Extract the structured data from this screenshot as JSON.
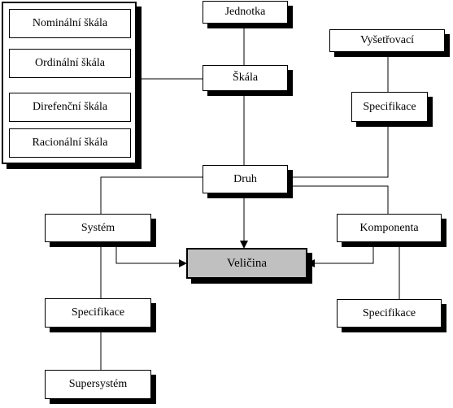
{
  "scale_types": {
    "nominal": "Nominální škála",
    "ordinal": "Ordinální škála",
    "difference": "Direfenční škála",
    "ratio": "Racionální škála"
  },
  "nodes": {
    "unit": "Jednotka",
    "scale": "Škála",
    "investigative": "Vyšetřovací",
    "specification_top": "Specifikace",
    "kind": "Druh",
    "system": "Systém",
    "component": "Komponenta",
    "quantity": "Veličina",
    "specification_system": "Specifikace",
    "specification_component": "Specifikace",
    "supersystem": "Supersystém"
  },
  "colors": {
    "box_fill": "#ffffff",
    "highlight_fill": "#c0c0c0",
    "line": "#000000"
  }
}
